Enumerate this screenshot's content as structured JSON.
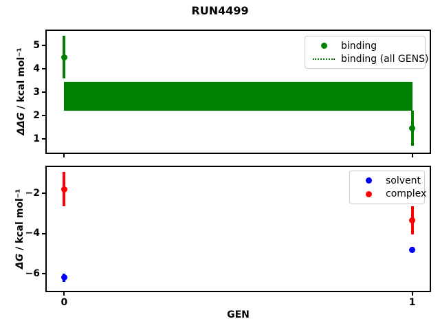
{
  "title": "RUN4499",
  "colors": {
    "binding": "#008000",
    "solvent": "#0000ff",
    "complex": "#ff0000",
    "axis": "#000000",
    "legend_border": "#cccccc"
  },
  "chart_data": [
    {
      "type": "scatter",
      "subplot": "top",
      "ylabel_math": "ΔΔG",
      "ylabel_unit": " / kcal mol⁻¹",
      "xlabel": "",
      "ylim": [
        0.42,
        5.62
      ],
      "xlim": [
        -0.05,
        1.05
      ],
      "ytick_values": [
        1,
        2,
        3,
        4,
        5
      ],
      "ytick_labels": [
        "1",
        "2",
        "3",
        "4",
        "5"
      ],
      "xtick_values": [
        0,
        1
      ],
      "xtick_labels": [],
      "grid": false,
      "legend_position": "upper right",
      "series": [
        {
          "name": "binding",
          "color": "#008000",
          "marker": "circle",
          "x": [
            0,
            1
          ],
          "y": [
            4.5,
            1.45
          ],
          "yerr": [
            0.9,
            0.75
          ]
        }
      ],
      "band": {
        "name": "binding (all GENS)",
        "color": "#008000",
        "x": [
          0,
          1
        ],
        "low": 2.2,
        "high": 3.45
      }
    },
    {
      "type": "scatter",
      "subplot": "bottom",
      "ylabel_math": "ΔG",
      "ylabel_unit": " / kcal mol⁻¹",
      "xlabel": "GEN",
      "ylim": [
        -6.85,
        -0.7
      ],
      "xlim": [
        -0.05,
        1.05
      ],
      "ytick_values": [
        -2,
        -4,
        -6
      ],
      "ytick_labels": [
        "−2",
        "−4",
        "−6"
      ],
      "xtick_values": [
        0,
        1
      ],
      "xtick_labels": [
        "0",
        "1"
      ],
      "grid": false,
      "legend_position": "upper right",
      "series": [
        {
          "name": "solvent",
          "color": "#0000ff",
          "marker": "circle",
          "x": [
            0,
            1
          ],
          "y": [
            -6.2,
            -4.8
          ],
          "yerr": [
            0.2,
            0.15
          ]
        },
        {
          "name": "complex",
          "color": "#ff0000",
          "marker": "circle",
          "x": [
            0,
            1
          ],
          "y": [
            -1.8,
            -3.35
          ],
          "yerr": [
            0.85,
            0.7
          ]
        }
      ]
    }
  ]
}
